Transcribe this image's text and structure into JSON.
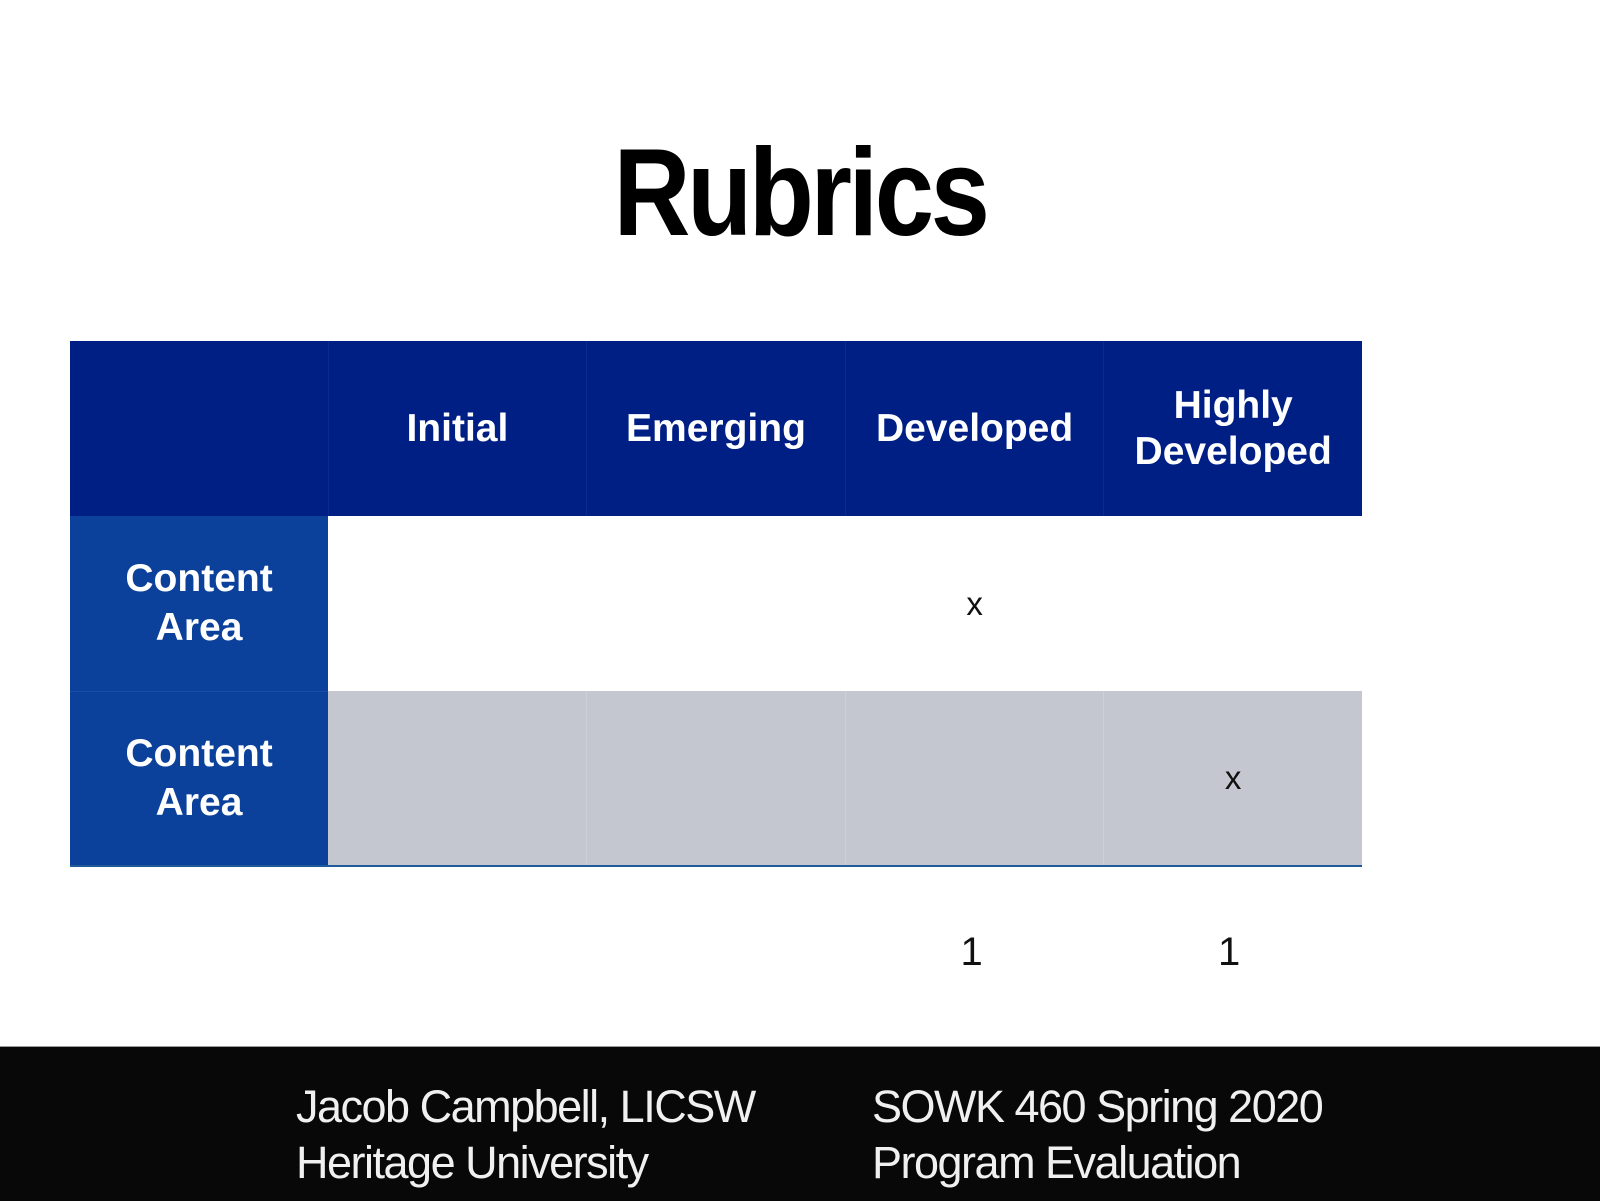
{
  "slide": {
    "title": "Rubrics"
  },
  "rubric": {
    "corner": "",
    "columns": [
      "Initial",
      "Emerging",
      "Developed",
      "Highly Developed"
    ],
    "rows": [
      {
        "label": "Content Area",
        "cells": [
          "",
          "",
          "x",
          ""
        ]
      },
      {
        "label": "Content Area",
        "cells": [
          "",
          "",
          "",
          "x"
        ]
      }
    ],
    "totals": [
      "",
      "",
      "",
      "1",
      "1"
    ],
    "colors": {
      "header_bg": "#001f85",
      "row_header_bg": "#0b419a",
      "alt_row_bg": "#c4c7cf",
      "bottom_rule": "#1f5a9a"
    }
  },
  "footer": {
    "left": {
      "line1": "Jacob Campbell, LICSW",
      "line2": "Heritage University"
    },
    "right": {
      "line1": "SOWK 460 Spring 2020",
      "line2": "Program Evaluation"
    },
    "bg": "#080808"
  }
}
